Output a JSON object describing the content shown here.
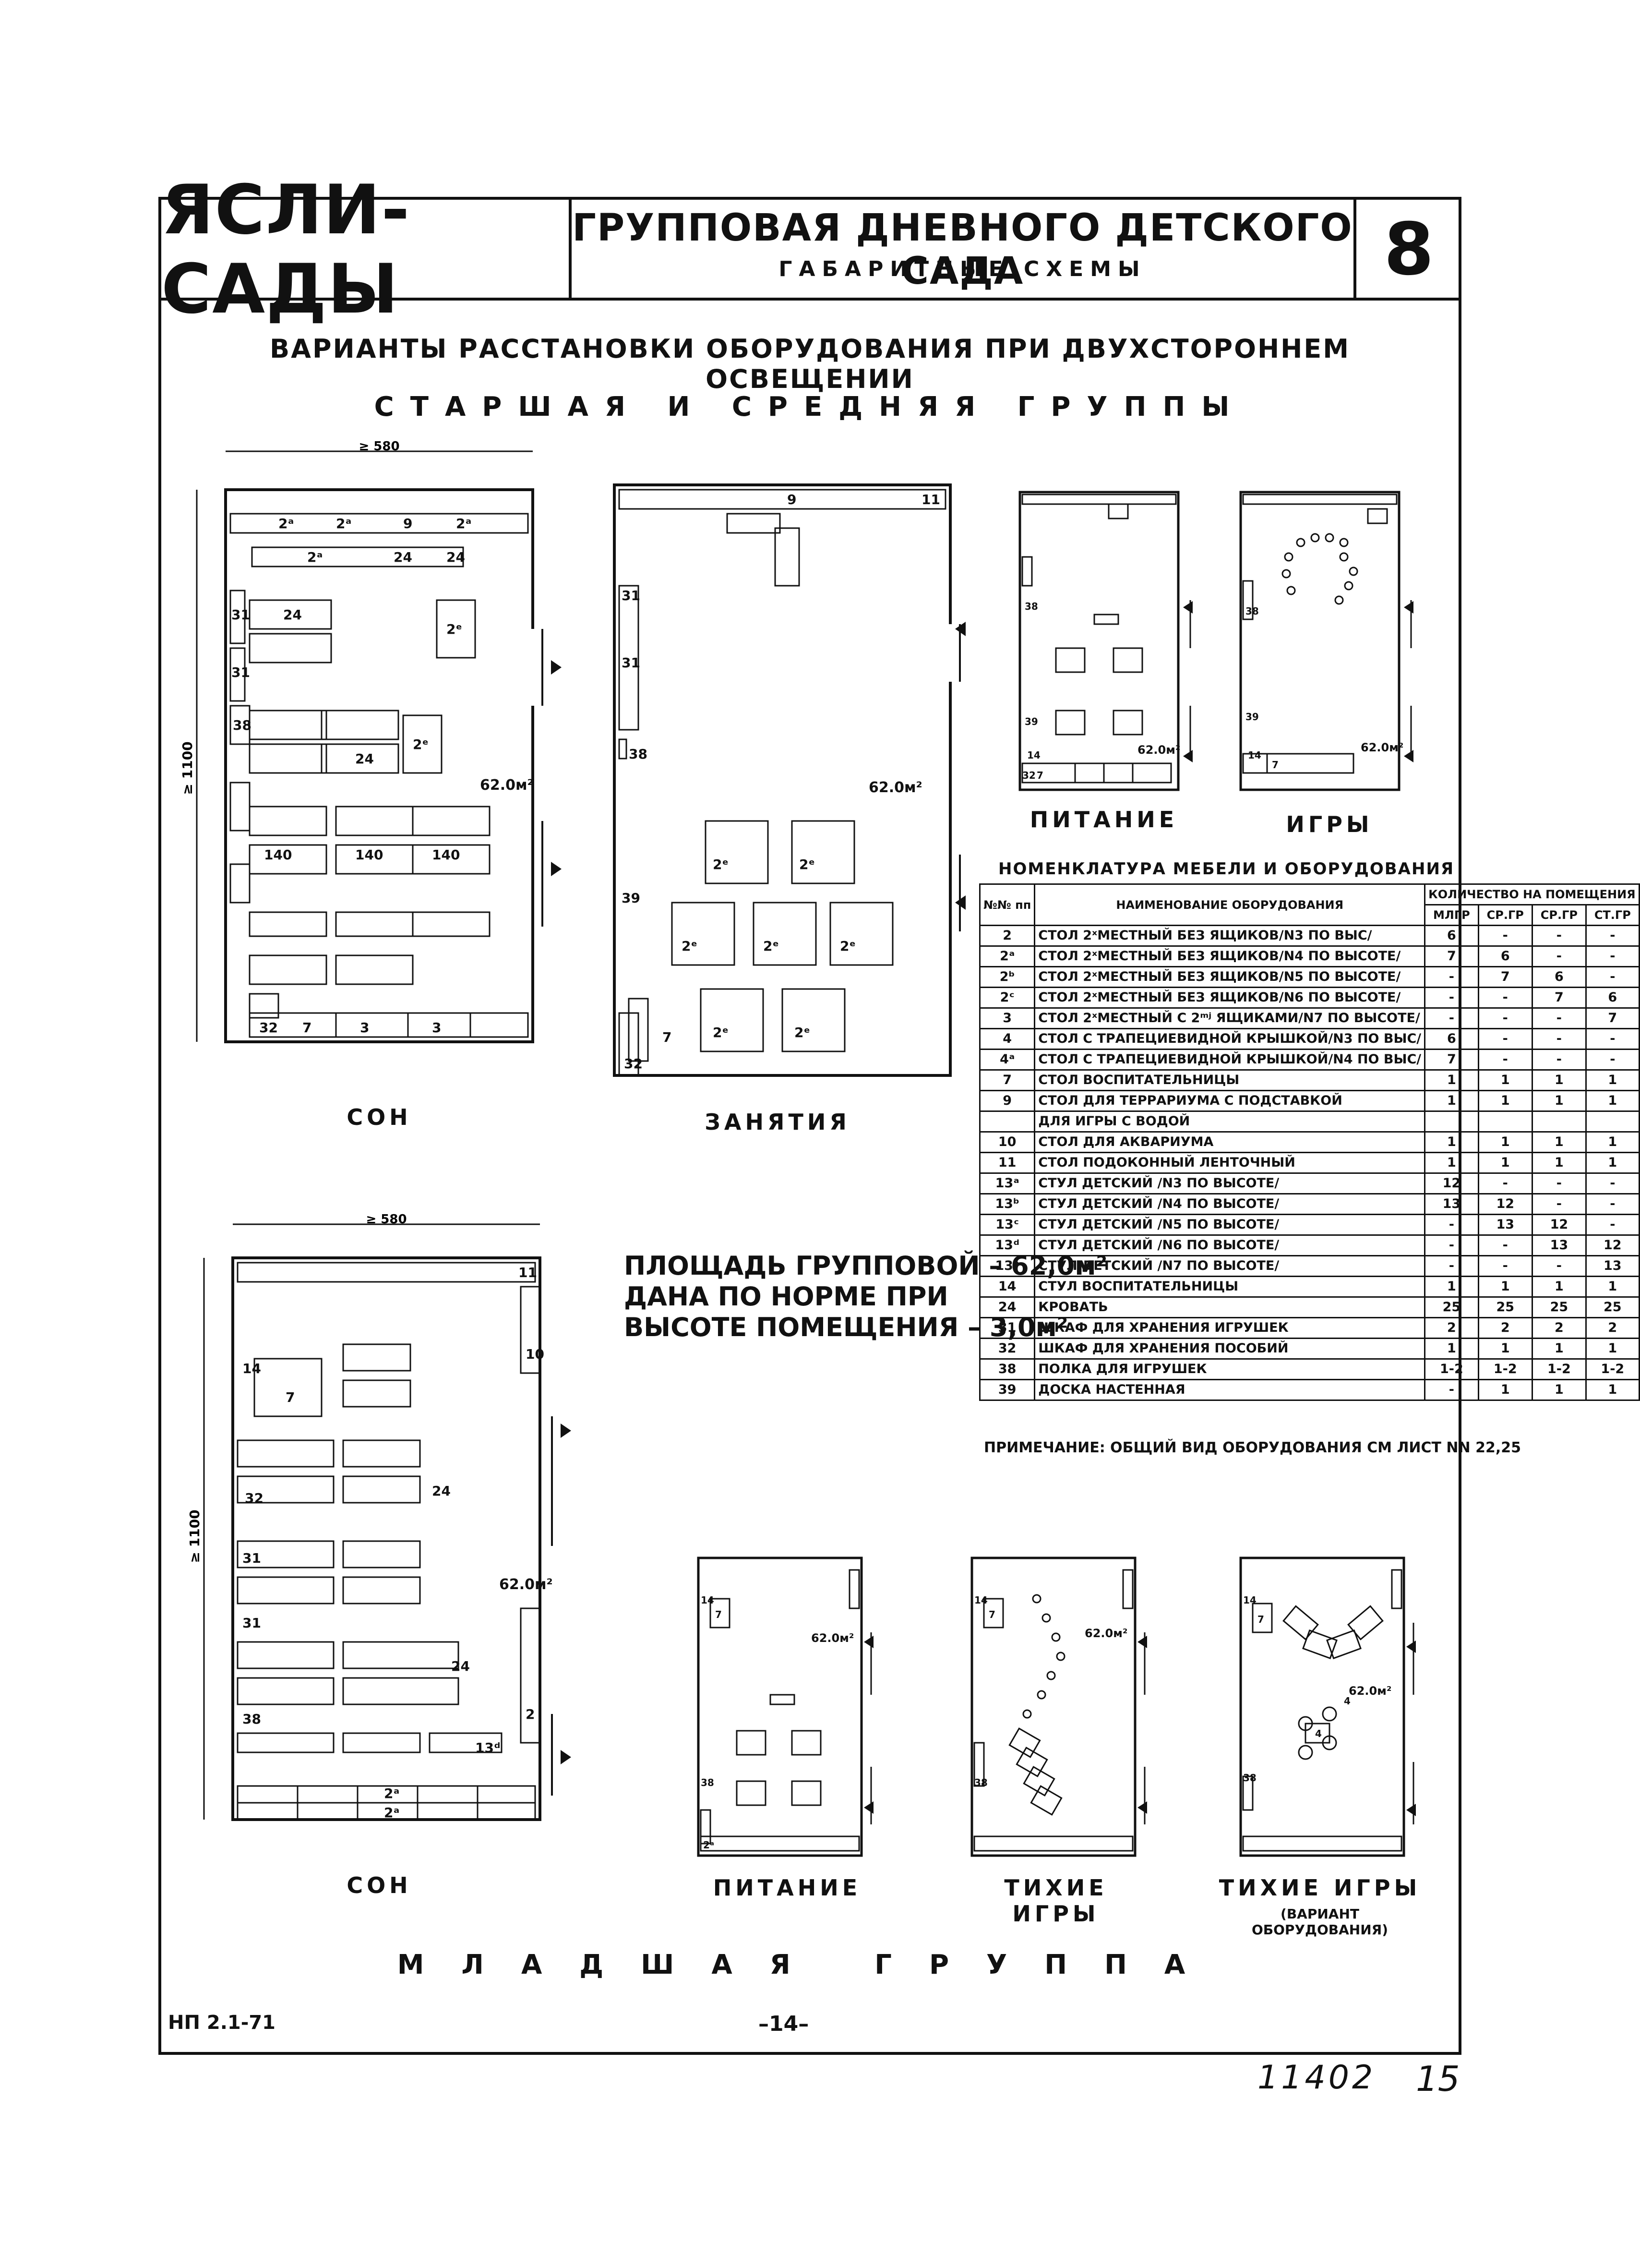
{
  "header": {
    "brand": "ЯСЛИ-САДЫ",
    "title": "ГРУППОВАЯ ДНЕВНОГО ДЕТСКОГО САДА",
    "subtitle": "ГАБАРИТНЫЕ СХЕМЫ",
    "sheet_number": "8"
  },
  "headings": {
    "main": "ВАРИАНТЫ РАССТАНОВКИ ОБОРУДОВАНИЯ ПРИ ДВУХСТОРОННЕМ ОСВЕЩЕНИИ",
    "senior_groups": "СТАРШАЯ И СРЕДНЯЯ ГРУППЫ",
    "junior_group": "МЛАДШАЯ ГРУППА"
  },
  "plans": {
    "son_top": "СОН",
    "zanyatiya": "ЗАНЯТИЯ",
    "pitanie_top": "ПИТАНИЕ",
    "igry_top": "ИГРЫ",
    "son_bottom": "СОН",
    "pitanie_bottom": "ПИТАНИЕ",
    "tikhie_igry": "ТИХИЕ ИГРЫ",
    "tikhie_igry_var": "ТИХИЕ ИГРЫ",
    "tikhie_igry_var_note": "(ВАРИАНТ ОБОРУДОВАНИЯ)"
  },
  "dimensions": {
    "width_top": "≥ 580",
    "width_bottom": "≥ 580",
    "length_top": "≥ 1100",
    "length_bottom": "≥ 1100",
    "area_label": "62.0м²"
  },
  "area_note": {
    "line1": "ПЛОЩАДЬ ГРУППОВОЙ – 62,0м²",
    "line2": "ДАНА ПО НОРМЕ ПРИ",
    "line3": "ВЫСОТЕ ПОМЕЩЕНИЯ – 3,0м²"
  },
  "nomenclature": {
    "title": "НОМЕНКЛАТУРА МЕБЕЛИ И ОБОРУДОВАНИЯ",
    "col_num": "№№ пп",
    "col_name": "НАИМЕНОВАНИЕ ОБОРУДОВАНИЯ",
    "col_qty": "КОЛИЧЕСТВО НА ПОМЕЩЕНИЯ",
    "sub_cols": [
      "МЛГР",
      "СР.ГР",
      "СР.ГР",
      "СТ.ГР"
    ],
    "rows": [
      {
        "n": "2",
        "name": "СТОЛ 2ˣМЕСТНЫЙ БЕЗ ЯЩИКОВ/N3 ПО ВЫС/",
        "q": [
          "6",
          "-",
          "-",
          "-"
        ]
      },
      {
        "n": "2ᵃ",
        "name": "СТОЛ 2ˣМЕСТНЫЙ БЕЗ ЯЩИКОВ/N4 ПО ВЫСОТЕ/",
        "q": [
          "7",
          "6",
          "-",
          "-"
        ]
      },
      {
        "n": "2ᵇ",
        "name": "СТОЛ 2ˣМЕСТНЫЙ БЕЗ ЯЩИКОВ/N5 ПО ВЫСОТЕ/",
        "q": [
          "-",
          "7",
          "6",
          "-"
        ]
      },
      {
        "n": "2ᶜ",
        "name": "СТОЛ 2ˣМЕСТНЫЙ БЕЗ ЯЩИКОВ/N6 ПО ВЫСОТЕ/",
        "q": [
          "-",
          "-",
          "7",
          "6"
        ]
      },
      {
        "n": "3",
        "name": "СТОЛ 2ˣМЕСТНЫЙ С 2ᵐʲ ЯЩИКАМИ/N7 ПО ВЫСОТЕ/",
        "q": [
          "-",
          "-",
          "-",
          "7"
        ]
      },
      {
        "n": "4",
        "name": "СТОЛ С ТРАПЕЦИЕВИДНОЙ КРЫШКОЙ/N3 ПО ВЫС/",
        "q": [
          "6",
          "-",
          "-",
          "-"
        ]
      },
      {
        "n": "4ᵃ",
        "name": "СТОЛ С ТРАПЕЦИЕВИДНОЙ КРЫШКОЙ/N4 ПО ВЫС/",
        "q": [
          "7",
          "-",
          "-",
          "-"
        ]
      },
      {
        "n": "7",
        "name": "СТОЛ ВОСПИТАТЕЛЬНИЦЫ",
        "q": [
          "1",
          "1",
          "1",
          "1"
        ]
      },
      {
        "n": "9",
        "name": "СТОЛ ДЛЯ ТЕРРАРИУМА С ПОДСТАВКОЙ",
        "q": [
          "1",
          "1",
          "1",
          "1"
        ]
      },
      {
        "n": "",
        "name": "ДЛЯ ИГРЫ С ВОДОЙ",
        "q": [
          "",
          "",
          "",
          ""
        ]
      },
      {
        "n": "10",
        "name": "СТОЛ ДЛЯ АКВАРИУМА",
        "q": [
          "1",
          "1",
          "1",
          "1"
        ]
      },
      {
        "n": "11",
        "name": "СТОЛ ПОДОКОННЫЙ ЛЕНТОЧНЫЙ",
        "q": [
          "1",
          "1",
          "1",
          "1"
        ]
      },
      {
        "n": "13ᵃ",
        "name": "СТУЛ ДЕТСКИЙ /N3 ПО ВЫСОТЕ/",
        "q": [
          "12",
          "-",
          "-",
          "-"
        ]
      },
      {
        "n": "13ᵇ",
        "name": "СТУЛ ДЕТСКИЙ /N4 ПО ВЫСОТЕ/",
        "q": [
          "13",
          "12",
          "-",
          "-"
        ]
      },
      {
        "n": "13ᶜ",
        "name": "СТУЛ ДЕТСКИЙ /N5 ПО ВЫСОТЕ/",
        "q": [
          "-",
          "13",
          "12",
          "-"
        ]
      },
      {
        "n": "13ᵈ",
        "name": "СТУЛ ДЕТСКИЙ /N6 ПО ВЫСОТЕ/",
        "q": [
          "-",
          "-",
          "13",
          "12"
        ]
      },
      {
        "n": "13ᵉ",
        "name": "СТУЛ ДЕТСКИЙ /N7 ПО ВЫСОТЕ/",
        "q": [
          "-",
          "-",
          "-",
          "13"
        ]
      },
      {
        "n": "14",
        "name": "СТУЛ ВОСПИТАТЕЛЬНИЦЫ",
        "q": [
          "1",
          "1",
          "1",
          "1"
        ]
      },
      {
        "n": "24",
        "name": "КРОВАТЬ",
        "q": [
          "25",
          "25",
          "25",
          "25"
        ]
      },
      {
        "n": "31",
        "name": "ШКАФ ДЛЯ ХРАНЕНИЯ ИГРУШЕК",
        "q": [
          "2",
          "2",
          "2",
          "2"
        ]
      },
      {
        "n": "32",
        "name": "ШКАФ ДЛЯ ХРАНЕНИЯ ПОСОБИЙ",
        "q": [
          "1",
          "1",
          "1",
          "1"
        ]
      },
      {
        "n": "38",
        "name": "ПОЛКА ДЛЯ ИГРУШЕК",
        "q": [
          "1-2",
          "1-2",
          "1-2",
          "1-2"
        ]
      },
      {
        "n": "39",
        "name": "ДОСКА НАСТЕННАЯ",
        "q": [
          "-",
          "1",
          "1",
          "1"
        ]
      }
    ],
    "note": "ПРИМЕЧАНИЕ: ОБЩИЙ ВИД ОБОРУДОВАНИЯ СМ ЛИСТ NN 22,25"
  },
  "footer": {
    "left": "НП 2.1-71",
    "center": "–14–",
    "hand_left": "11402",
    "hand_right": "15"
  }
}
